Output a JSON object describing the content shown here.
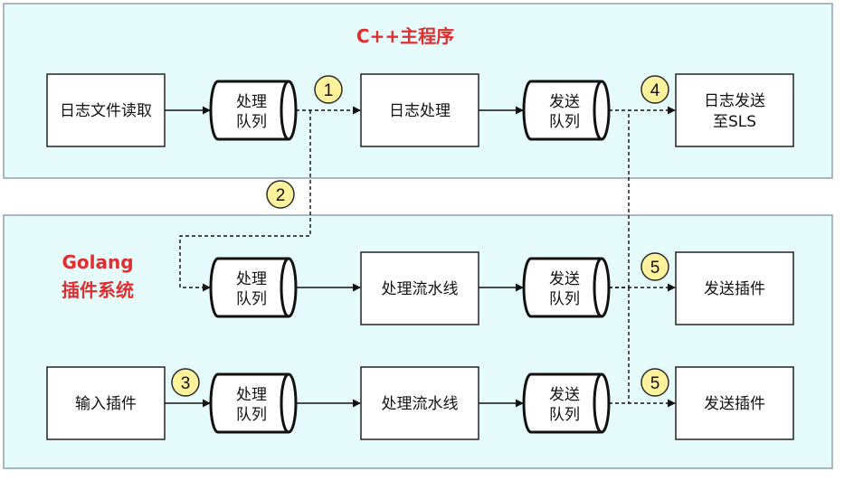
{
  "cpp_section": {
    "title": "C++主程序"
  },
  "go_section": {
    "title_line1": "Golang",
    "title_line2": "插件系统"
  },
  "colors": {
    "section_fill": "#e6fbfc",
    "section_border": "#8fa2ab",
    "title": "#e12d2d",
    "badge_fill": "#fff29c",
    "badge_border": "#2b2b2b",
    "arrow": "#111111"
  },
  "boxes": {
    "log_file_read": "日志文件读取",
    "log_process": "日志处理",
    "log_send_line1": "日志发送",
    "log_send_line2": "至SLS",
    "pipeline_1": "处理流水线",
    "send_plugin_1": "发送插件",
    "input_plugin": "输入插件",
    "pipeline_2": "处理流水线",
    "send_plugin_2": "发送插件"
  },
  "queues": {
    "process_line1": "处理",
    "process_line2": "队列",
    "send_line1": "发送",
    "send_line2": "队列"
  },
  "badges": [
    "1",
    "2",
    "3",
    "4",
    "5",
    "5"
  ]
}
